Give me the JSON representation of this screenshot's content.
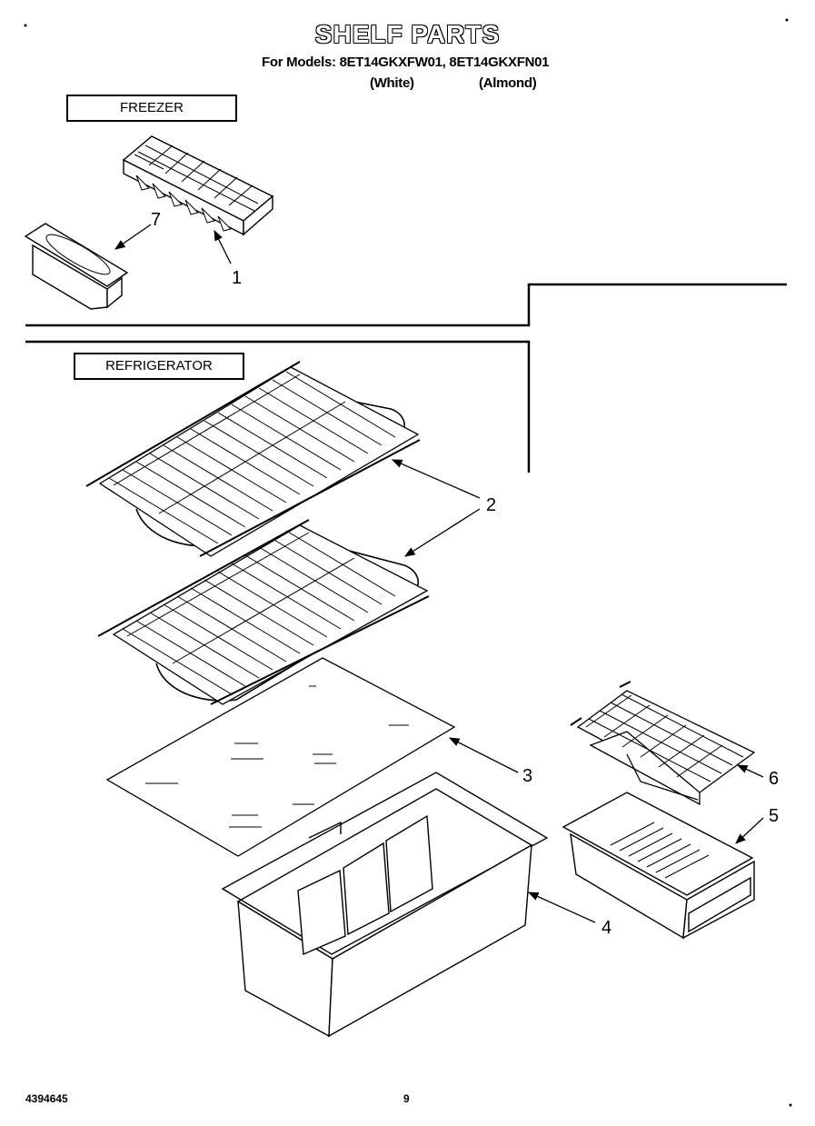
{
  "header": {
    "title": "SHELF PARTS",
    "models_line": "For Models: 8ET14GKXFW01, 8ET14GKXFN01",
    "variant_white": "(White)",
    "variant_almond": "(Almond)"
  },
  "sections": {
    "freezer": "FREEZER",
    "refrigerator": "REFRIGERATOR"
  },
  "callouts": {
    "c1": "1",
    "c2": "2",
    "c3": "3",
    "c4": "4",
    "c5": "5",
    "c6": "6",
    "c7": "7"
  },
  "footer": {
    "part_number": "4394645",
    "page_number": "9"
  }
}
